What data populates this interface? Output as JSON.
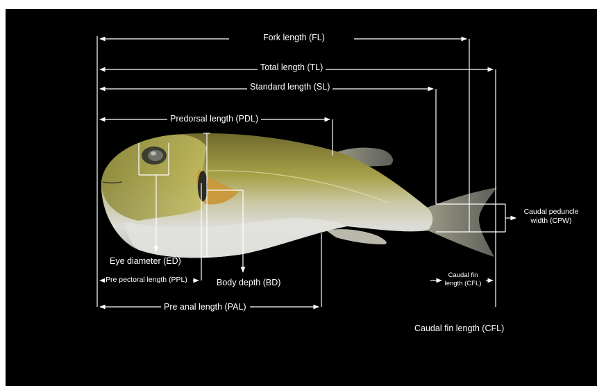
{
  "labels": {
    "fork_length": "Fork length (FL)",
    "total_length": "Total length (TL)",
    "standard_length": "Standard length (SL)",
    "predorsal_length": "Predorsal length (PDL)",
    "eye_diameter": "Eye diameter (ED)",
    "pre_pectoral_length": "Pre pectoral length (PPL)",
    "body_depth": "Body depth (BD)",
    "pre_anal_length": "Pre anal length (PAL)",
    "caudal_peduncle_width_line1": "Caudal peduncle",
    "caudal_peduncle_width_line2": "width (CPW)",
    "caudal_fin_length_small_line1": "Caudal fin",
    "caudal_fin_length_small_line2": "length (CFL)",
    "caudal_fin_length_bottom": "Caudal fin length (CFL)"
  },
  "colors": {
    "background": "#000000",
    "lines": "#ffffff",
    "fish_back": "#8c8a3c",
    "fish_belly": "#d8d8d6",
    "fish_head": "#bdb65a"
  }
}
